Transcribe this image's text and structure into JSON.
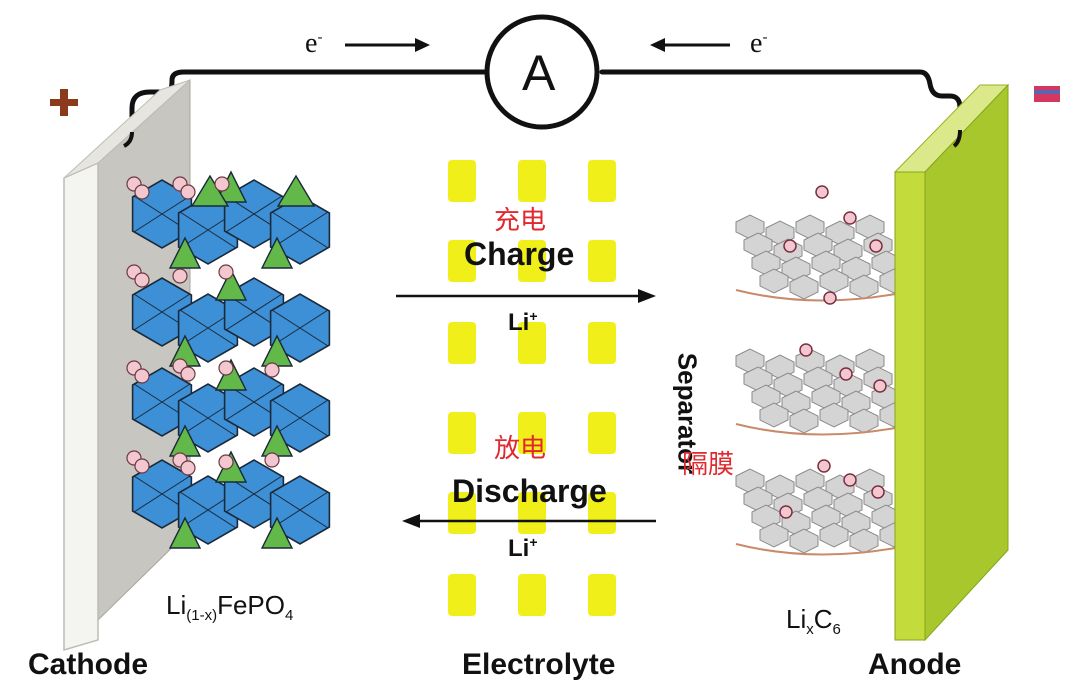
{
  "terminals": {
    "positive": "+",
    "negative": "-"
  },
  "ammeter": {
    "symbol": "A"
  },
  "electron_flow": {
    "left_label": "e",
    "right_label": "e",
    "superscript": "-"
  },
  "electrodes": {
    "cathode": {
      "label": "Cathode",
      "material_prefix": "Li",
      "material_subscript": "(1-x)",
      "material_mid": "FePO",
      "material_sub2": "4"
    },
    "anode": {
      "label": "Anode",
      "material_prefix": "Li",
      "material_subscript": "x",
      "material_mid": "C",
      "material_sub2": "6"
    }
  },
  "electrolyte": {
    "label": "Electrolyte"
  },
  "separator": {
    "label": "Separator",
    "label_cn": "隔膜"
  },
  "charge": {
    "label_cn": "充电",
    "label": "Charge",
    "ion": "Li",
    "ion_charge": "+"
  },
  "discharge": {
    "label_cn": "放电",
    "label": "Discharge",
    "ion": "Li",
    "ion_charge": "+"
  },
  "colors": {
    "cathode_plate": "#f4f4f0",
    "cathode_plate_side": "#c8c6c0",
    "anode_plate": "#a7c72c",
    "anode_plate_front": "#c3dc3c",
    "octahedron": "#3d8fd6",
    "tetrahedron": "#62b848",
    "lithium": "#f2c7cf",
    "graphene": "#d4d4d4",
    "separator_block": "#f1ef1a",
    "wire": "#111111",
    "chinese_text": "#e0282e",
    "positive": "#8b3a1c",
    "negative": "#d43760"
  }
}
